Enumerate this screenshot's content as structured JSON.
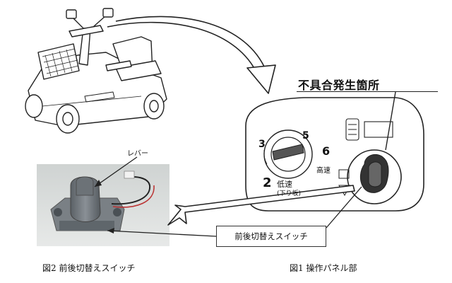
{
  "figure1": {
    "defect_label": "不具合発生箇所",
    "switch_callout": "前後切替えスイッチ",
    "caption": "図1 操作パネル部",
    "dial_numbers": [
      "3",
      "5",
      "6",
      "2"
    ],
    "dial_low_label": "低速",
    "dial_low_sub": "(下り坂)",
    "dial_high_label": "高速"
  },
  "figure2": {
    "lever_label": "レバー",
    "caption": "図2 前後切替えスイッチ"
  }
}
